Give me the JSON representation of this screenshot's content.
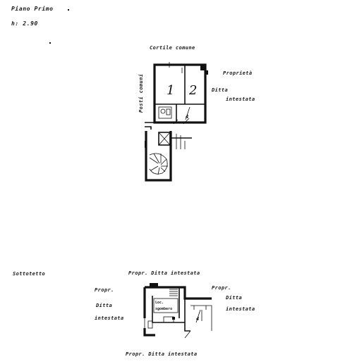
{
  "title": "Piano Primo",
  "height_label": "h: 2.90",
  "upper_plan": {
    "courtyard": "Cortile comune",
    "parking": "Posti comuni",
    "room_1": "1",
    "room_2": "2",
    "owner_line_1": "Proprietà",
    "owner_line_2": "Ditta",
    "owner_line_3": "intestata"
  },
  "lower_plan": {
    "title": "Sottotetto",
    "top": "Propr. Ditta intestata",
    "left_1": "Propr.",
    "left_2": "Ditta",
    "left_3": "intestata",
    "right_1": "Propr.",
    "right_2": "Ditta",
    "right_3": "intestata",
    "bottom": "Propr. Ditta intestata",
    "room_text_1": "Loc.",
    "room_text_2": "sgombero"
  }
}
